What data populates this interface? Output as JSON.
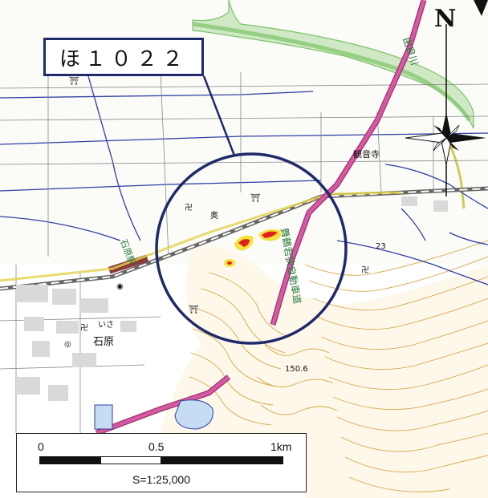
{
  "title_label": "ほ１０２２",
  "north_label": "N",
  "scale": {
    "ticks": [
      "0",
      "0.5",
      "1km"
    ],
    "ratio": "S=1:25,000"
  },
  "place_labels": {
    "river": "由良川",
    "expressway": "舞鶴若狭自動車道",
    "station": "石原駅",
    "town": "石原",
    "temple": "観音寺",
    "elevation": "150.6",
    "elevation_small": "23",
    "station_area": "いさ",
    "hill": "奥"
  },
  "colors": {
    "highlight_circle": "#1f2a6b",
    "expressway": "#d45aa3",
    "contour": "#d6a84a",
    "road": "#2f3ea3",
    "river": "#7ec26a",
    "hazard_red": "#e02020",
    "hazard_yellow": "#f5e23a"
  }
}
